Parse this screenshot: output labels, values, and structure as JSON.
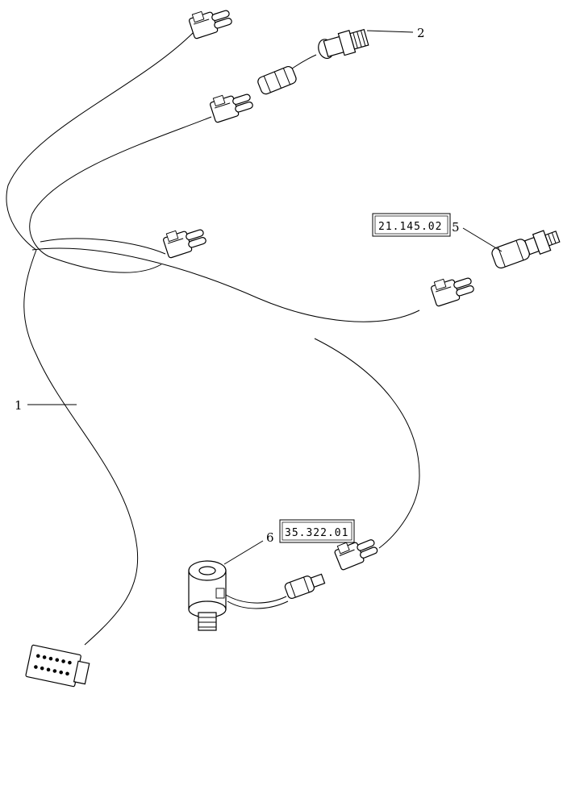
{
  "callouts": {
    "harness": "1",
    "sender_top": "2",
    "pressure_switch": "5",
    "solenoid": "6"
  },
  "refs": {
    "pressure_switch_ref": "21.145.02",
    "solenoid_ref": "35.322.01"
  }
}
